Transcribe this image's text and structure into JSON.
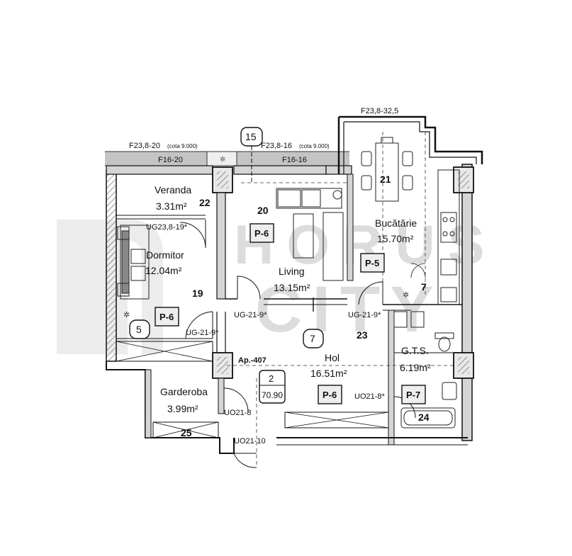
{
  "header": {
    "f_kitchen": "F23,8-32,5",
    "f_left": "F23,8-20",
    "f_left_cota": "(cota 9.000)",
    "f_right": "F23,8-16",
    "f_right_cota": "(cota 9.000)",
    "f16_left": "F16-20",
    "f16_right": "F16-16",
    "axis_15": "15"
  },
  "watermark": {
    "line1": "HORUS",
    "line2": "CITY"
  },
  "rooms": {
    "veranda": {
      "name": "Veranda",
      "area": "3.31m²",
      "num": "22"
    },
    "dormitor": {
      "name": "Dormitor",
      "area": "12.04m²",
      "num": "19"
    },
    "living": {
      "name": "Living",
      "area": "13.15m²",
      "num": "20"
    },
    "bucatarie": {
      "name": "Bucătărie",
      "area": "15.70m²",
      "num": "21"
    },
    "hol": {
      "name": "Hol",
      "area": "16.51m²",
      "num": "23"
    },
    "gts": {
      "name": "G.T.S.",
      "area": "6.19m²",
      "num": "24"
    },
    "garderoba": {
      "name": "Garderoba",
      "area": "3.99m²",
      "num": "25"
    }
  },
  "tags": {
    "p6_living": "P-6",
    "p6_dorm": "P-6",
    "p6_hol": "P-6",
    "p5": "P-5",
    "p7": "P-7"
  },
  "markers": {
    "m5": "5",
    "m7_circle": "7",
    "m7_plain": "7"
  },
  "doors": {
    "ug23": "UG23,8-19*",
    "ug21_living": "UG-21-9*",
    "ug21_kitchen": "UG-21-9*",
    "ug21_dorm": "UG-21-9*",
    "uo21_8": "UO21-8*",
    "uo21_8b": "UO21-8",
    "uo21_10": "UO21-10"
  },
  "apartment": {
    "label": "Ap.-407",
    "rooms": "2",
    "area": "70.90"
  }
}
